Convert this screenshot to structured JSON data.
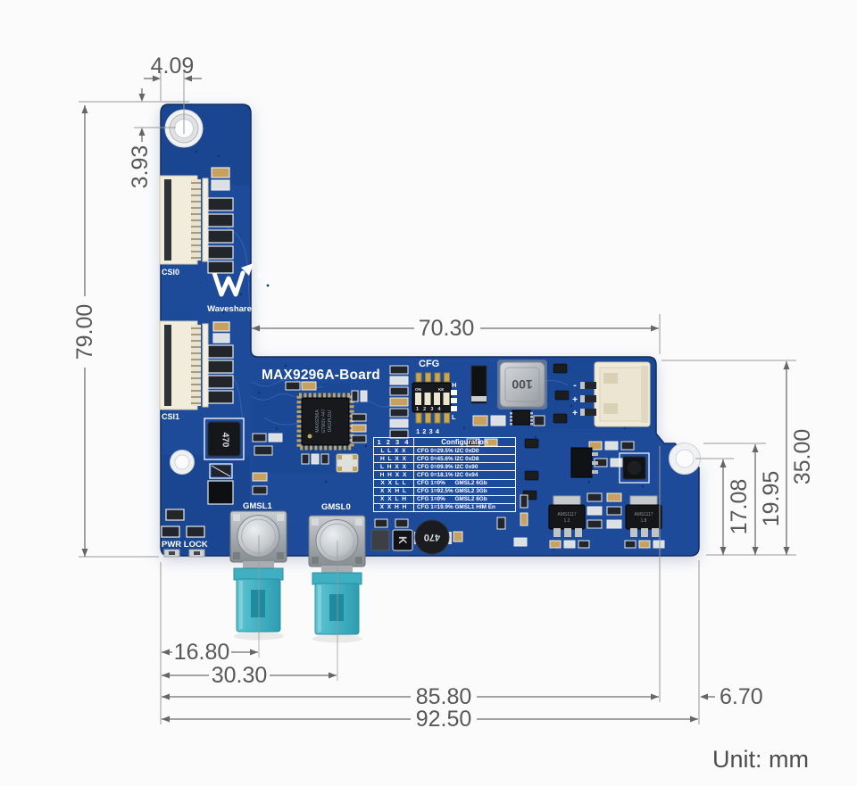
{
  "unit_label": "Unit: mm",
  "dims": {
    "w_hole": "4.09",
    "h_hole": "3.93",
    "height": "79.00",
    "w_top": "70.30",
    "h_right": "35.00",
    "h_step": "19.95",
    "h_hole_r": "17.08",
    "x_gmsl1": "16.80",
    "x_gmsl0": "30.30",
    "w_step": "85.80",
    "w_full": "92.50",
    "w_edge": "6.70"
  },
  "board": {
    "title": "MAX9296A-Board",
    "brand": "Waveshare",
    "registered": "®",
    "silk": {
      "csi0": "CSI0",
      "csi1": "CSI1",
      "gmsl0": "GMSL0",
      "gmsl1": "GMSL1",
      "pwr_lock": "PWR LOCK",
      "cfg": "CFG",
      "dip_on": "ON",
      "dip_brand": "KE",
      "dip_inner_numbers": "1 2 3 4",
      "dip_silk_numbers": "1 2 3 4",
      "high": "H",
      "low": "L",
      "jst_minus": "-",
      "jst_plus1": "+",
      "jst_plus2": "+"
    },
    "parts": {
      "ic_line1": "MAX9296A",
      "ic_line2": "GTM1V 447",
      "ic_line3": "DAGPLDU",
      "inductor_100": "100",
      "inductor_470_square": "470",
      "inductor_470_round": "470",
      "k_mark": "K",
      "reg1_line1": "AMS1117",
      "reg1_line2": "1.2",
      "reg2_line1": "AMS1117",
      "reg2_line2": "1.8"
    }
  },
  "config_table": {
    "header_pins": "1 2 3 4",
    "header_config": "Configuration",
    "rows": [
      {
        "pins": "L L X X",
        "config": "CFG 0=29.5% I2C 0xD0"
      },
      {
        "pins": "H L X X",
        "config": "CFG 0=45.6% I2C 0xD8"
      },
      {
        "pins": "L H X X",
        "config": "CFG 0=09.9% I2C 0x90"
      },
      {
        "pins": "H H X X",
        "config": "CFG 0=18.1% I2C 0x94"
      },
      {
        "pins": "X X L L",
        "config": "CFG 1=0%      GMSL2 6Gb"
      },
      {
        "pins": "X X H L",
        "config": "CFG 1=92.5% GMSL2 3Gb"
      },
      {
        "pins": "X X L H",
        "config": "CFG 1=0%      GMSL2 6Gb"
      },
      {
        "pins": "X X H H",
        "config": "CFG 1=19.9% GMSL1 HIM En"
      }
    ]
  }
}
